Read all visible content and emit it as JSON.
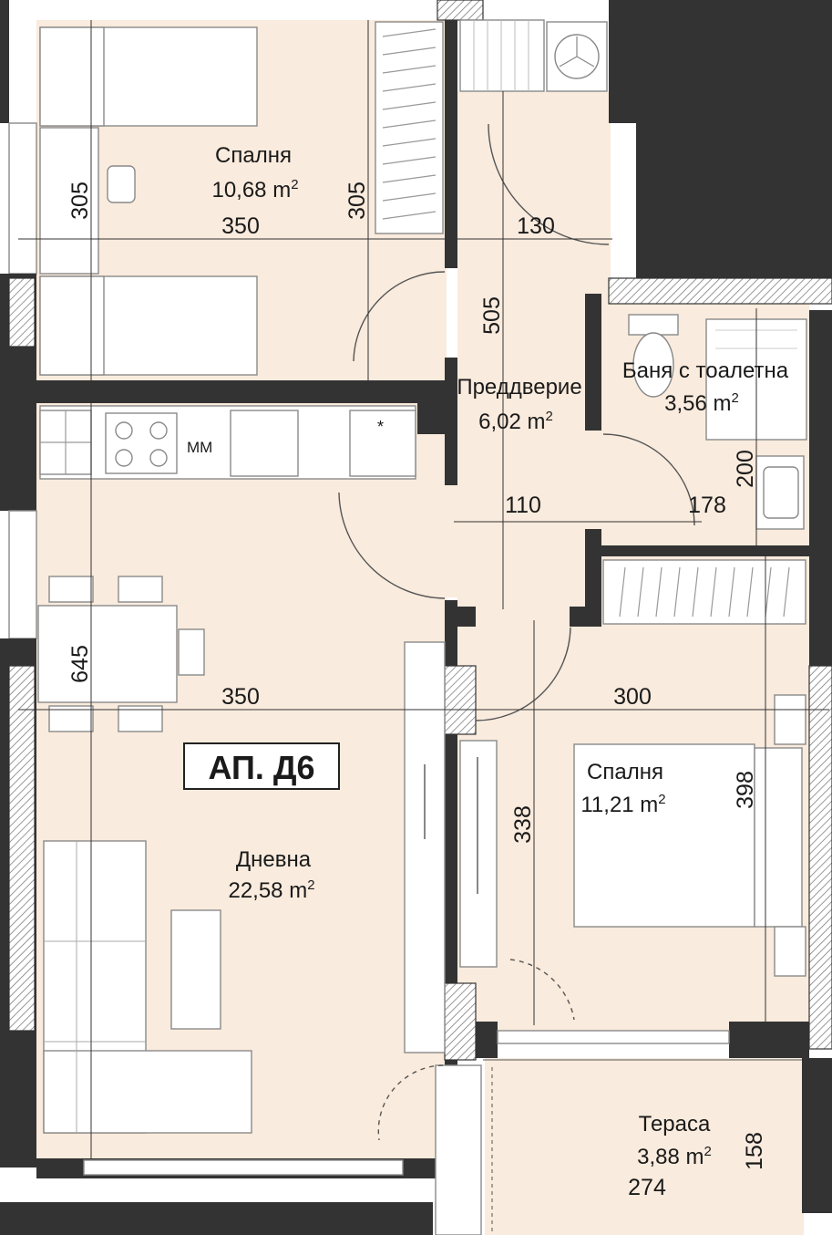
{
  "apartment": {
    "label": "АП. Д6"
  },
  "rooms": [
    {
      "id": "bedroom-1",
      "name": "Спалня",
      "area": "10,68 m"
    },
    {
      "id": "hallway",
      "name": "Преддверие",
      "area": "6,02 m"
    },
    {
      "id": "bathroom",
      "name": "Баня с тоалетна",
      "area": "3,56 m"
    },
    {
      "id": "living",
      "name": "Дневна",
      "area": "22,58 m"
    },
    {
      "id": "bedroom-2",
      "name": "Спалня",
      "area": "11,21 m"
    },
    {
      "id": "terrace",
      "name": "Тераса",
      "area": "3,88 m"
    }
  ],
  "area_unit_exponent": "2",
  "dimensions": {
    "bed1_height_left": "305",
    "bed1_width": "350",
    "bed1_height_right": "305",
    "hall_top_width": "130",
    "hall_height": "505",
    "bath_height": "200",
    "bath_width": "178",
    "hall_bottom_width": "110",
    "living_height": "645",
    "living_width": "350",
    "bed2_width": "300",
    "bed2_height_left": "338",
    "bed2_height_right": "398",
    "terrace_height": "158",
    "terrace_width": "274"
  },
  "appliance_labels": {
    "dishwasher": "MM",
    "fridge": "*"
  },
  "colors": {
    "floor": "#f9ebdd",
    "terrace_floor": "#f9ebdd",
    "wall": "#333333",
    "text": "#1a1a1a"
  }
}
